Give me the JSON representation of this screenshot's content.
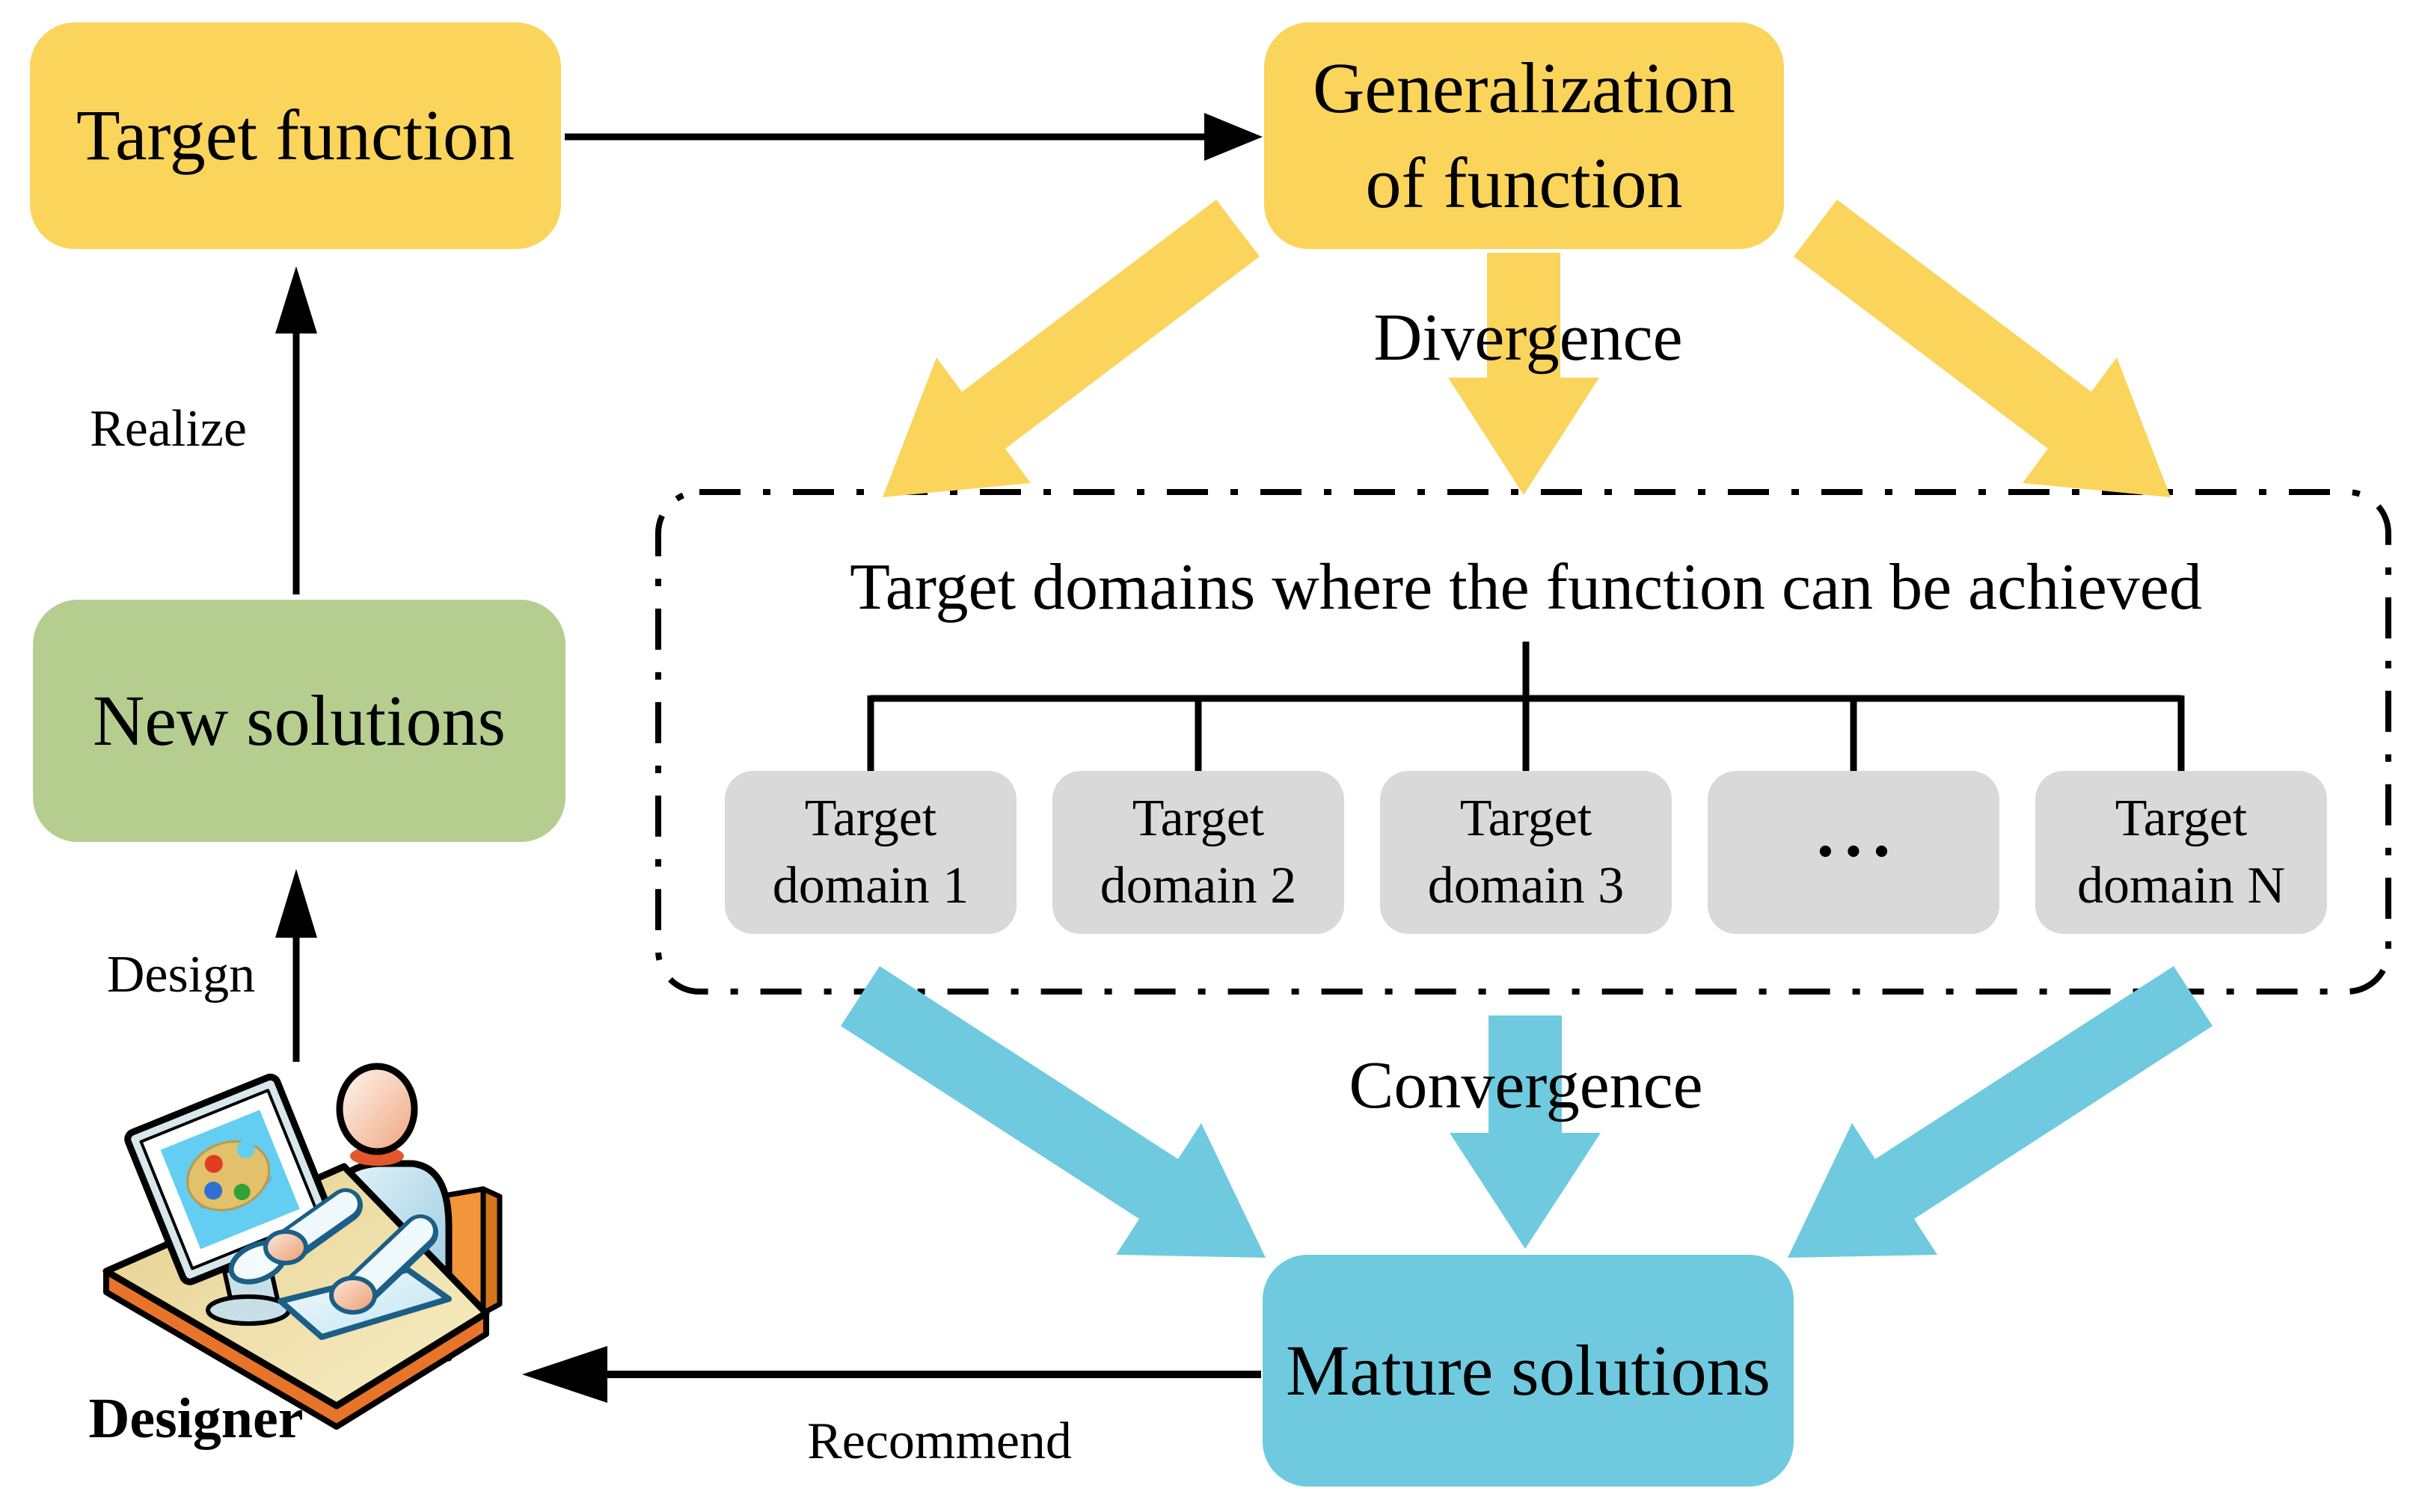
{
  "diagram": {
    "nodes": {
      "target_function": "Target function",
      "generalization_line1": "Generalization",
      "generalization_line2": "of function",
      "new_solutions": "New solutions",
      "mature_solutions": "Mature solutions"
    },
    "domain_group": {
      "title": "Target domains where the function can be achieved",
      "domains": [
        {
          "line1": "Target",
          "line2": "domain 1"
        },
        {
          "line1": "Target",
          "line2": "domain 2"
        },
        {
          "line1": "Target",
          "line2": "domain 3"
        },
        {
          "ellipsis": "•••"
        },
        {
          "line1": "Target",
          "line2": "domain N"
        }
      ]
    },
    "labels": {
      "divergence": "Divergence",
      "convergence": "Convergence",
      "realize": "Realize",
      "design": "Design",
      "recommend": "Recommend",
      "designer": "Designer"
    },
    "colors": {
      "node_yellow": "#FBD45C",
      "node_green": "#B5CE90",
      "node_blue": "#6FCADF",
      "domain_gray": "#D9D9D9",
      "line_black": "#000000"
    }
  }
}
